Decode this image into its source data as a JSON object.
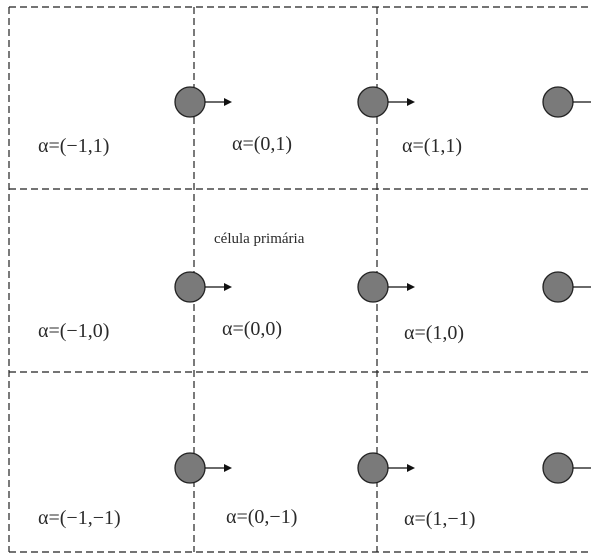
{
  "diagram": {
    "primary_cell_caption": "célula primária",
    "cells": [
      {
        "label": "α=(−1,1)"
      },
      {
        "label": "α=(0,1)"
      },
      {
        "label": "α=(1,1)"
      },
      {
        "label": "α=(−1,0)"
      },
      {
        "label": "α=(0,0)"
      },
      {
        "label": "α=(1,0)"
      },
      {
        "label": "α=(−1,−1)"
      },
      {
        "label": "α=(0,−1)"
      },
      {
        "label": "α=(1,−1)"
      }
    ],
    "colors": {
      "atom_fill": "#7a7a7a",
      "line": "#222222",
      "background": "#ffffff"
    }
  }
}
